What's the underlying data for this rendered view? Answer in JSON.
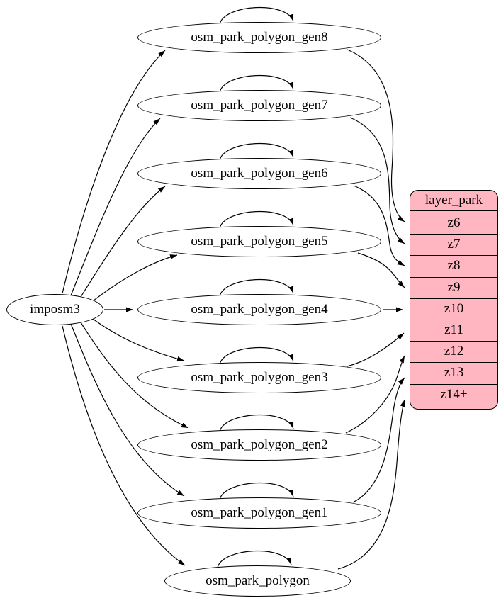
{
  "diagram": {
    "source": {
      "label": "imposm3"
    },
    "tables": [
      {
        "id": "osm_park_polygon_gen8",
        "label": "osm_park_polygon_gen8"
      },
      {
        "id": "osm_park_polygon_gen7",
        "label": "osm_park_polygon_gen7"
      },
      {
        "id": "osm_park_polygon_gen6",
        "label": "osm_park_polygon_gen6"
      },
      {
        "id": "osm_park_polygon_gen5",
        "label": "osm_park_polygon_gen5"
      },
      {
        "id": "osm_park_polygon_gen4",
        "label": "osm_park_polygon_gen4"
      },
      {
        "id": "osm_park_polygon_gen3",
        "label": "osm_park_polygon_gen3"
      },
      {
        "id": "osm_park_polygon_gen2",
        "label": "osm_park_polygon_gen2"
      },
      {
        "id": "osm_park_polygon_gen1",
        "label": "osm_park_polygon_gen1"
      },
      {
        "id": "osm_park_polygon",
        "label": "osm_park_polygon"
      }
    ],
    "layer": {
      "title": "layer_park",
      "rows": [
        "z6",
        "z7",
        "z8",
        "z9",
        "z10",
        "z11",
        "z12",
        "z13",
        "z14+"
      ]
    },
    "edges": {
      "from_source": [
        "osm_park_polygon_gen8",
        "osm_park_polygon_gen7",
        "osm_park_polygon_gen6",
        "osm_park_polygon_gen5",
        "osm_park_polygon_gen4",
        "osm_park_polygon_gen3",
        "osm_park_polygon_gen2",
        "osm_park_polygon_gen1",
        "osm_park_polygon"
      ],
      "self_loops": [
        "osm_park_polygon_gen8",
        "osm_park_polygon_gen7",
        "osm_park_polygon_gen6",
        "osm_park_polygon_gen5",
        "osm_park_polygon_gen4",
        "osm_park_polygon_gen3",
        "osm_park_polygon_gen2",
        "osm_park_polygon_gen1",
        "osm_park_polygon"
      ],
      "to_layer": [
        {
          "from": "osm_park_polygon_gen8",
          "to": "z6"
        },
        {
          "from": "osm_park_polygon_gen7",
          "to": "z7"
        },
        {
          "from": "osm_park_polygon_gen6",
          "to": "z8"
        },
        {
          "from": "osm_park_polygon_gen5",
          "to": "z9"
        },
        {
          "from": "osm_park_polygon_gen4",
          "to": "z10"
        },
        {
          "from": "osm_park_polygon_gen3",
          "to": "z11"
        },
        {
          "from": "osm_park_polygon_gen2",
          "to": "z12"
        },
        {
          "from": "osm_park_polygon_gen1",
          "to": "z13"
        },
        {
          "from": "osm_park_polygon",
          "to": "z14+"
        }
      ]
    },
    "colors": {
      "layer_fill": "#FFB6C1",
      "node_fill": "#FFFFFF",
      "stroke": "#000000"
    }
  }
}
